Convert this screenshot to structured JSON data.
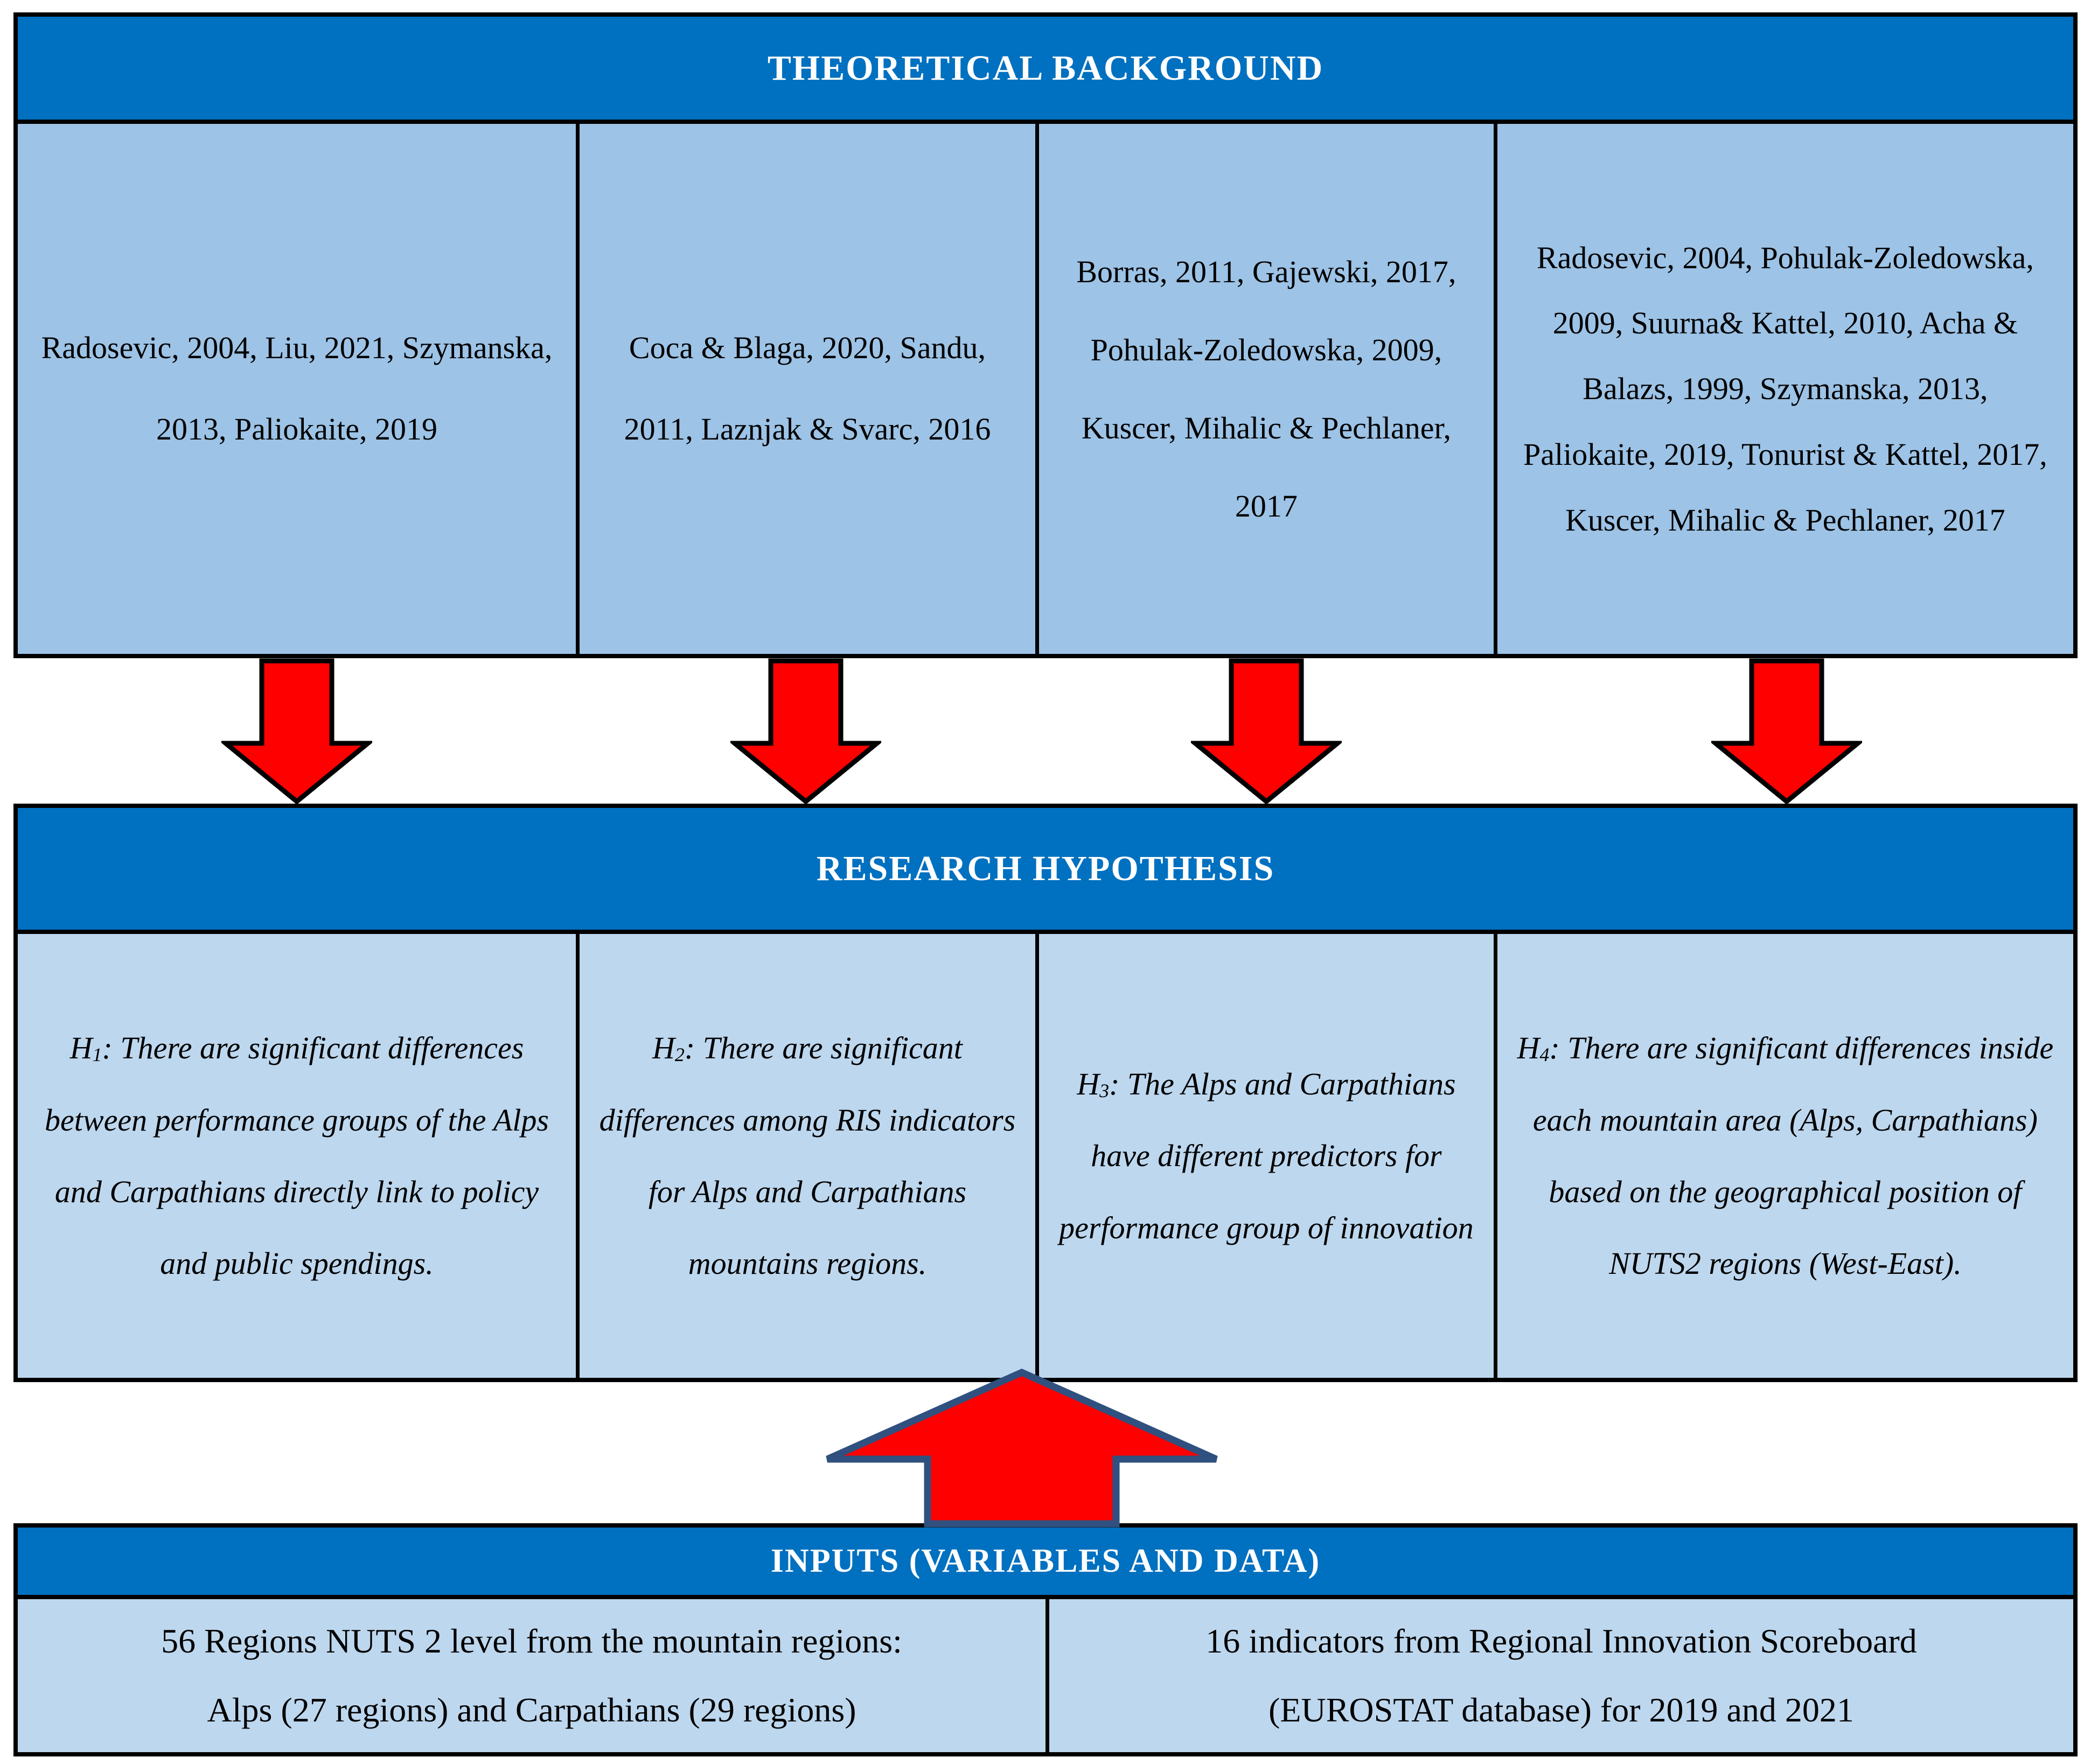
{
  "colors": {
    "band_bg": "#0070C0",
    "band_text": "#FFFFFF",
    "theory_cell_bg": "#9DC3E6",
    "hypothesis_cell_bg": "#BDD7EE",
    "inputs_cell_bg": "#BDD7EE",
    "border": "#000000",
    "arrow_fill": "#FF0000",
    "down_arrow_outline": "#000000",
    "up_arrow_outline": "#30507F",
    "text": "#000000"
  },
  "theoretical": {
    "header": "THEORETICAL BACKGROUND",
    "columns": [
      {
        "text": "Radosevic, 2004, Liu, 2021, Szymanska, 2013, Paliokaite, 2019"
      },
      {
        "text": "Coca & Blaga, 2020, Sandu, 2011, Laznjak & Svarc, 2016"
      },
      {
        "text": "Borras, 2011, Gajewski, 2017, Pohulak-Zoledowska, 2009, Kuscer, Mihalic & Pechlaner, 2017"
      },
      {
        "text": "Radosevic, 2004, Pohulak-Zoledowska, 2009, Suurna& Kattel, 2010, Acha & Balazs, 1999, Szymanska, 2013, Paliokaite, 2019, Tonurist & Kattel, 2017, Kuscer, Mihalic & Pechlaner, 2017"
      }
    ]
  },
  "hypothesis": {
    "header": "RESEARCH HYPOTHESIS",
    "items": [
      {
        "name": "H",
        "sub": "1",
        "text": ": There are significant differences between performance groups of the Alps and Carpathians directly link to policy and public spendings."
      },
      {
        "name": "H",
        "sub": "2",
        "text": ": There are significant differences among RIS indicators for Alps and Carpathians mountains regions."
      },
      {
        "name": "H",
        "sub": "3",
        "text": ": The Alps and Carpathians have different predictors for performance group of innovation"
      },
      {
        "name": "H",
        "sub": "4",
        "text": ": There are significant differences inside each mountain area (Alps, Carpathians) based on the geographical position of NUTS2 regions (West-East)."
      }
    ]
  },
  "inputs": {
    "header": "INPUTS (VARIABLES AND DATA)",
    "cells": [
      {
        "lines": [
          "56 Regions NUTS 2 level from the mountain regions:",
          "Alps (27 regions) and Carpathians (29 regions)"
        ]
      },
      {
        "lines": [
          "16 indicators from Regional Innovation Scoreboard",
          "(EUROSTAT database) for 2019 and 2021"
        ]
      }
    ]
  }
}
